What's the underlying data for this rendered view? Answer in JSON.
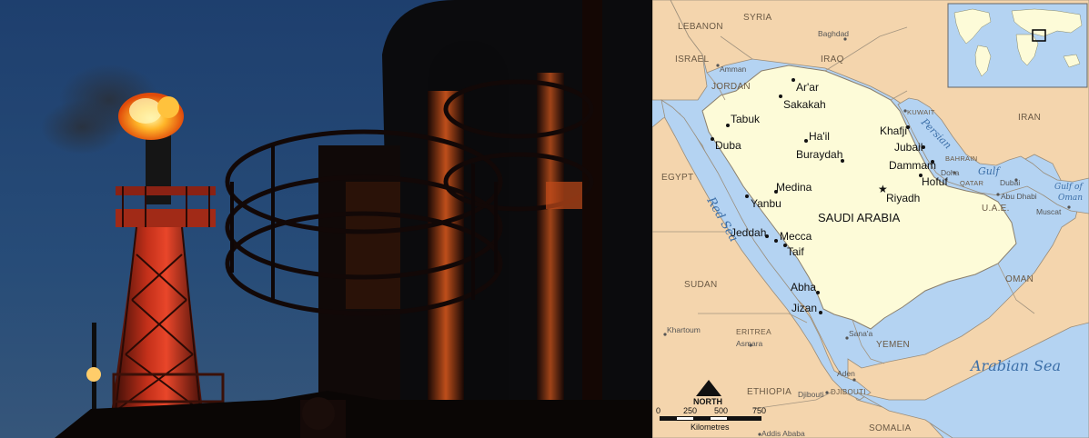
{
  "photo": {
    "subject": "oil-refinery-flare-stack"
  },
  "map": {
    "main_label": "SAUDI ARABIA",
    "countries": {
      "syria": "SYRIA",
      "lebanon": "LEBANON",
      "israel": "ISRAEL",
      "jordan": "JORDAN",
      "iraq": "IRAQ",
      "kuwait": "KUWAIT",
      "iran": "IRAN",
      "bahrain": "BAHRAIN",
      "qatar": "QATAR",
      "uae": "U.A.E.",
      "oman": "OMAN",
      "yemen": "YEMEN",
      "egypt": "EGYPT",
      "sudan": "SUDAN",
      "eritrea": "ERITREA",
      "ethiopia": "ETHIOPIA",
      "djibouti": "DJIBOUTI",
      "somalia": "SOMALIA"
    },
    "waters": {
      "red_sea": "Red Sea",
      "persian": "Persian",
      "gulf": "Gulf",
      "gulf_of": "Gulf of",
      "oman": "Oman",
      "arabian_sea": "Arabian Sea"
    },
    "cities": {
      "arar": "Ar'ar",
      "sakakah": "Sakakah",
      "tabuk": "Tabuk",
      "duba": "Duba",
      "hail": "Ha'il",
      "buraydah": "Buraydah",
      "medina": "Medina",
      "yanbu": "Yanbu",
      "riyadh": "Riyadh",
      "jeddah": "Jeddah",
      "mecca": "Mecca",
      "taif": "Taif",
      "abha": "Abha",
      "jizan": "Jizan",
      "khafji": "Khafji",
      "jubail": "Jubail",
      "dammam": "Dammam",
      "hofuf": "Hofuf"
    },
    "small_cities": {
      "baghdad": "Baghdad",
      "amman": "Amman",
      "kuwait": "KUWAIT",
      "doha": "Doha",
      "dubai": "Dubai",
      "abu_dhabi": "Abu Dhabi",
      "muscat": "Muscat",
      "sanaa": "Sana'a",
      "aden": "Aden",
      "khartoum": "Khartoum",
      "asmara": "Asmara",
      "djibouti": "Djibouti",
      "addis": "Addis Ababa"
    },
    "north_label": "NORTH",
    "scale": {
      "t0": "0",
      "t250": "250",
      "t500": "500",
      "t750": "750",
      "unit": "Kilometres"
    },
    "colors": {
      "sea": "#b4d3f2",
      "saudi": "#fdfbd8",
      "land": "#f4d5ad",
      "border": "#9a8d7a"
    }
  }
}
